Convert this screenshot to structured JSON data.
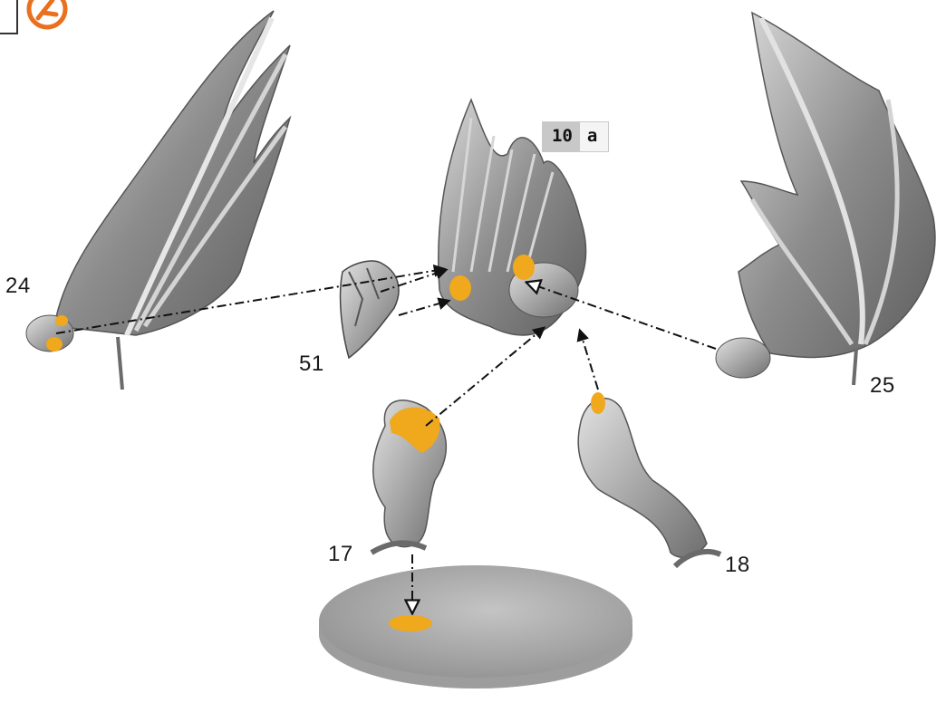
{
  "step": {
    "number": "10",
    "sub": "a"
  },
  "parts": {
    "left_wing": "24",
    "head": "51",
    "right_wing": "25",
    "left_leg": "17",
    "right_leg": "18"
  },
  "colors": {
    "glue_marker": "#f0a81c",
    "part_gray": "#9a9a9a",
    "base_gray": "#a9a9a9",
    "warning_orange": "#e8701e"
  },
  "icons": [
    "warning-icon"
  ]
}
